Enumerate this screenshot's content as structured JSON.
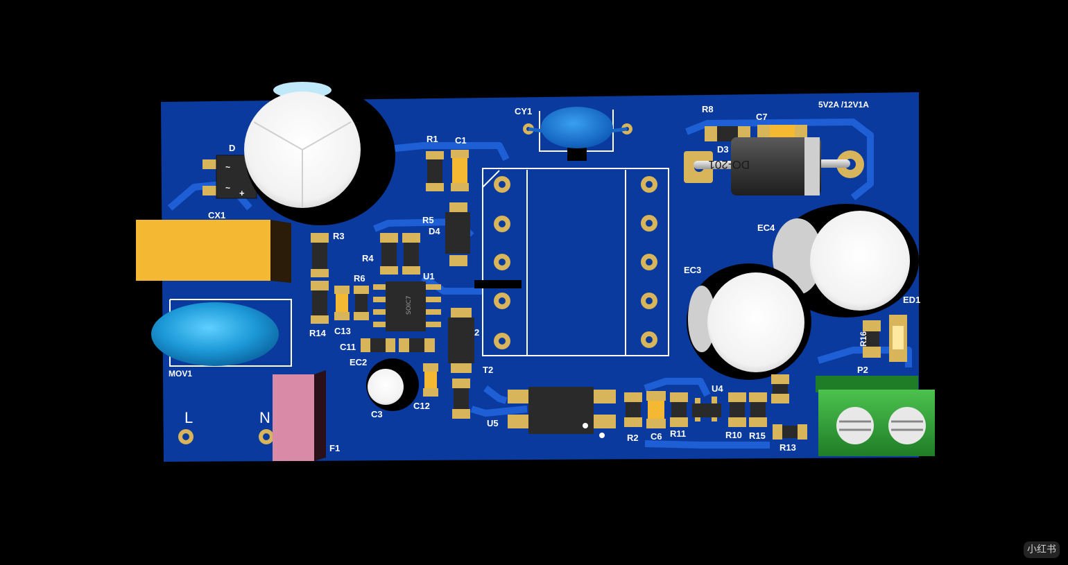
{
  "board": {
    "rating_text": "5V2A  /12V1A",
    "colors": {
      "pcb": "#0a3a9e",
      "copper_pour": "#1a55c8",
      "pad": "#d8b45a",
      "silkscreen": "#ffffff",
      "terminal_green": "#2fa236",
      "fuse_pink": "#d98aa6",
      "cap_yellow": "#f5b833",
      "film_cap_blue": "#2aa8e0"
    }
  },
  "silkscreen_labels": {
    "d": "D",
    "cx1": "CX1",
    "mov1": "MOV1",
    "l": "L",
    "n": "N",
    "f1": "F1",
    "r1": "R1",
    "c1": "C1",
    "r3": "R3",
    "r4": "R4",
    "r5": "R5",
    "d4": "D4",
    "r6": "R6",
    "u1": "U1",
    "r14": "R14",
    "c13": "C13",
    "c11": "C11",
    "ec2": "EC2",
    "c3": "C3",
    "c12": "C12",
    "t2": "T2",
    "two": "2",
    "cy1": "CY1",
    "r8": "R8",
    "c7": "C7",
    "d3": "D3",
    "do201": "DO-201",
    "ec4": "EC4",
    "ec3": "EC3",
    "led1": "ED1",
    "r16": "R16",
    "p2": "P2",
    "u4": "U4",
    "u5": "U5",
    "r2": "R2",
    "c6": "C6",
    "r11": "R11",
    "r10": "R10",
    "r15": "R15",
    "r13": "R13",
    "soic7": "SOIC7"
  },
  "watermark": "小红书"
}
